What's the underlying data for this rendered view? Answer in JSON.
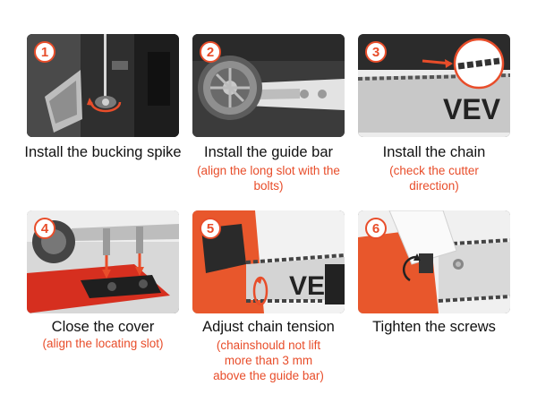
{
  "colors": {
    "accent": "#e84d2a",
    "text": "#111111",
    "background": "#ffffff"
  },
  "steps": [
    {
      "number": "1",
      "title": "Install the bucking spike",
      "note": ""
    },
    {
      "number": "2",
      "title": "Install the guide bar",
      "note": "(align the long slot with the bolts)"
    },
    {
      "number": "3",
      "title": "Install the chain",
      "note": "(check the cutter direction)",
      "bar_text": "VEV"
    },
    {
      "number": "4",
      "title": "Close the cover",
      "note": "(align the locating slot)"
    },
    {
      "number": "5",
      "title": "Adjust chain tension",
      "note": "(chainshould not lift more than 3 mm above the guide bar)",
      "bar_text": "VEV"
    },
    {
      "number": "6",
      "title": "Tighten the screws",
      "note": ""
    }
  ]
}
